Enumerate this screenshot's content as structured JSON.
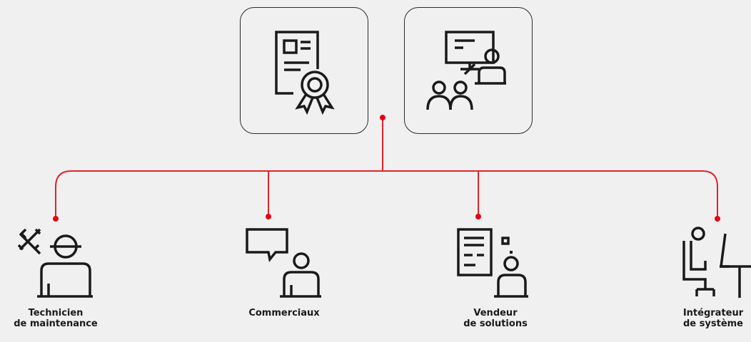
{
  "diagram": {
    "accent_color": "#e30613",
    "line_color": "#e2232a",
    "stroke_color": "#1a1a1a",
    "background": "#f0f0f0",
    "top_cards": [
      {
        "icon": "certificate-icon"
      },
      {
        "icon": "training-presentation-icon"
      }
    ],
    "roles": [
      {
        "icon": "maintenance-technician-icon",
        "line1": "Technicien",
        "line2": "de maintenance"
      },
      {
        "icon": "sales-person-chat-icon",
        "line1": "Commerciaux",
        "line2": ""
      },
      {
        "icon": "solution-seller-icon",
        "line1": "Vendeur",
        "line2": "de solutions"
      },
      {
        "icon": "system-integrator-icon",
        "line1": "Intégrateur",
        "line2": "de système"
      }
    ]
  }
}
